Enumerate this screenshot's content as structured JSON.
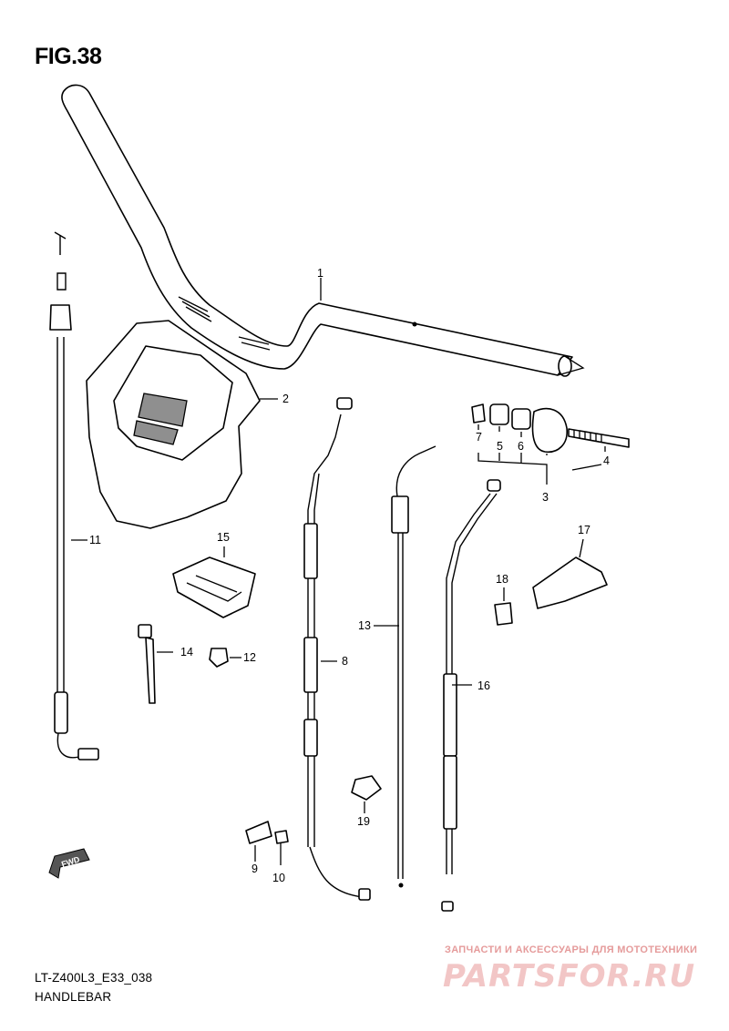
{
  "header": {
    "figure": "FIG.38"
  },
  "footer": {
    "code": "LT-Z400L3_E33_038",
    "name": "HANDLEBAR"
  },
  "watermark": {
    "line1": "ЗАПЧАСТИ И АКСЕССУАРЫ ДЛЯ МОТОТЕХНИКИ",
    "logo": "PARTSFOR.RU",
    "color": "#e59b9b"
  },
  "badge": {
    "fwd": "FWD"
  },
  "callouts": {
    "c1": "1",
    "c2": "2",
    "c3": "3",
    "c4": "4",
    "c5": "5",
    "c6": "6",
    "c7": "7",
    "c8": "8",
    "c9": "9",
    "c10": "10",
    "c11": "11",
    "c12": "12",
    "c13": "13",
    "c14": "14",
    "c15": "15",
    "c16": "16",
    "c17": "17",
    "c18": "18",
    "c19": "19"
  }
}
